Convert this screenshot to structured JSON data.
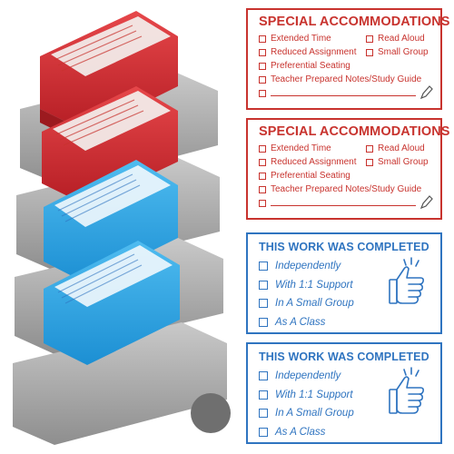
{
  "colors": {
    "red": "#c8332e",
    "blue": "#2f74c0",
    "gray_base": "#a9a9a9"
  },
  "accommodation_card": {
    "title": "SPECIAL ACCOMMODATIONS",
    "items": {
      "extended_time": "Extended Time",
      "read_aloud": "Read Aloud",
      "reduced_assignment": "Reduced Assignment",
      "small_group": "Small Group",
      "preferential_seating": "Preferential Seating",
      "teacher_notes": "Teacher Prepared Notes/Study Guide"
    },
    "icon": "pencil-icon"
  },
  "completed_card": {
    "title": "THIS WORK WAS COMPLETED",
    "items": [
      "Independently",
      "With 1:1 Support",
      "In A Small Group",
      "As A Class"
    ],
    "icon": "thumbs-up-icon"
  }
}
